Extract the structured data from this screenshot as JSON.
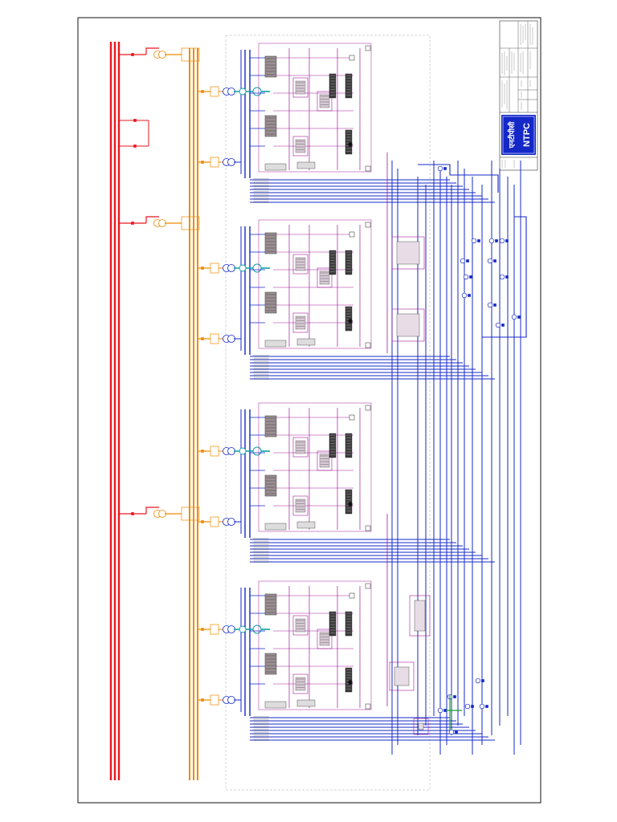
{
  "drawing": {
    "logo": {
      "hindi": "एनटीपीसी",
      "latin": "NTPC"
    },
    "colors": {
      "hv_bus": "#e8171e",
      "mv_bus": "#f08a00",
      "lv_bus": "#1428c8",
      "control": "#a21a9c",
      "generator": "#0aa0a8",
      "frame": "#111111",
      "dc_link": "#17a12a"
    },
    "units": [
      {
        "id": "unit-1"
      },
      {
        "id": "unit-2"
      },
      {
        "id": "unit-3"
      },
      {
        "id": "unit-4"
      }
    ]
  }
}
